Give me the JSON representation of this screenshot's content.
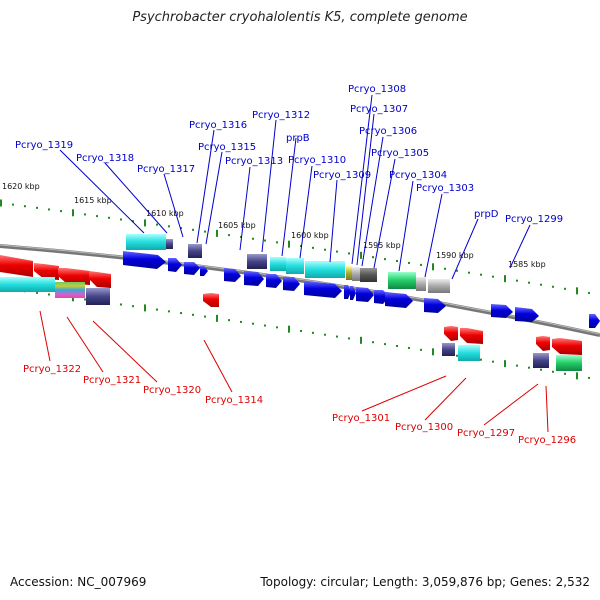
{
  "title": "Psychrobacter cryohalolentis K5, complete genome",
  "footer": {
    "accession": "Accession: NC_007969",
    "summary": "Topology: circular; Length: 3,059,876 bp; Genes: 2,532"
  },
  "colors": {
    "forward_label": "#0000cc",
    "reverse_label": "#dd0000",
    "forward_gene": "#0000dd",
    "reverse_gene": "#ee0000",
    "backbone": "#777777",
    "tick": "#228822",
    "cyan_feature": "#22dddd",
    "purple_feature": "#444488",
    "green_feature": "#22cc66",
    "gray_feature": "#aaaaaa"
  },
  "scale_labels": [
    "1620 kbp",
    "1615 kbp",
    "1610 kbp",
    "1605 kbp",
    "1600 kbp",
    "1595 kbp",
    "1590 kbp",
    "1585 kbp"
  ],
  "forward_genes": [
    "Pcryo_1319",
    "Pcryo_1318",
    "Pcryo_1317",
    "Pcryo_1316",
    "Pcryo_1315",
    "Pcryo_1313",
    "Pcryo_1312",
    "prpB",
    "Pcryo_1310",
    "Pcryo_1309",
    "Pcryo_1308",
    "Pcryo_1307",
    "Pcryo_1306",
    "Pcryo_1305",
    "Pcryo_1304",
    "Pcryo_1303",
    "prpD",
    "Pcryo_1299"
  ],
  "reverse_genes": [
    "Pcryo_1322",
    "Pcryo_1321",
    "Pcryo_1320",
    "Pcryo_1314",
    "Pcryo_1301",
    "Pcryo_1300",
    "Pcryo_1297",
    "Pcryo_1296"
  ]
}
